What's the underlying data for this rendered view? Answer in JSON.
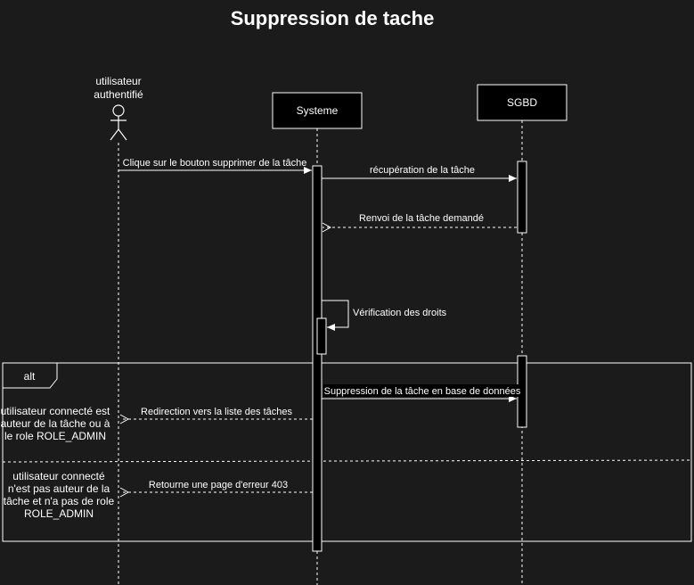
{
  "title": "Suppression de tache",
  "participants": {
    "user": {
      "label_line1": "utilisateur",
      "label_line2": "authentifié"
    },
    "system": {
      "label": "Systeme"
    },
    "db": {
      "label": "SGBD"
    }
  },
  "messages": {
    "m1": "Clique sur le bouton supprimer de la tâche",
    "m2": "récupération de la tâche",
    "m3": "Renvoi de la tâche demandé",
    "m4": "Vérification des droits",
    "m5": "Suppression de la tâche en base de données",
    "m6": "Redirection vers la liste des tâches",
    "m7": "Retourne une page d'erreur 403"
  },
  "alt": {
    "tag": "alt",
    "guard1": [
      "utilisateur connecté est",
      "auteur de la tâche ou à",
      "le role ROLE_ADMIN"
    ],
    "guard2": [
      "utilisateur connecté",
      "n'est pas auteur de la",
      "tâche et n'a pas de role",
      "ROLE_ADMIN"
    ]
  }
}
